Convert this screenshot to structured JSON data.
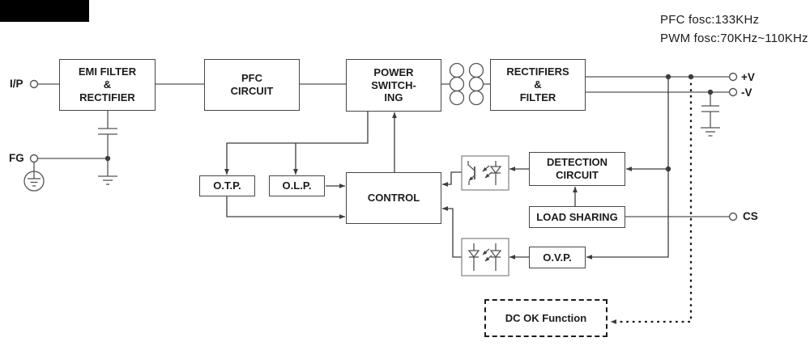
{
  "header": {
    "pfc_fosc": "PFC fosc:133KHz",
    "pwm_fosc": "PWM fosc:70KHz~110KHz"
  },
  "terminals": {
    "ip": "I/P",
    "fg": "FG",
    "v_plus": "+V",
    "v_minus": "-V",
    "cs": "CS"
  },
  "blocks": {
    "emi": "EMI FILTER\n&\nRECTIFIER",
    "pfc": "PFC\nCIRCUIT",
    "power_switching": "POWER\nSWITCH-\nING",
    "rectifiers": "RECTIFIERS\n&\nFILTER",
    "otp": "O.T.P.",
    "olp": "O.L.P.",
    "control": "CONTROL",
    "detection": "DETECTION\nCIRCUIT",
    "load_sharing": "LOAD SHARING",
    "ovp": "O.V.P.",
    "dc_ok": "DC OK Function"
  },
  "colors": {
    "line": "#555555",
    "line-strong": "#3d3d3d",
    "text": "#1c1c1c",
    "logo": "#000000",
    "bg": "#ffffff"
  }
}
